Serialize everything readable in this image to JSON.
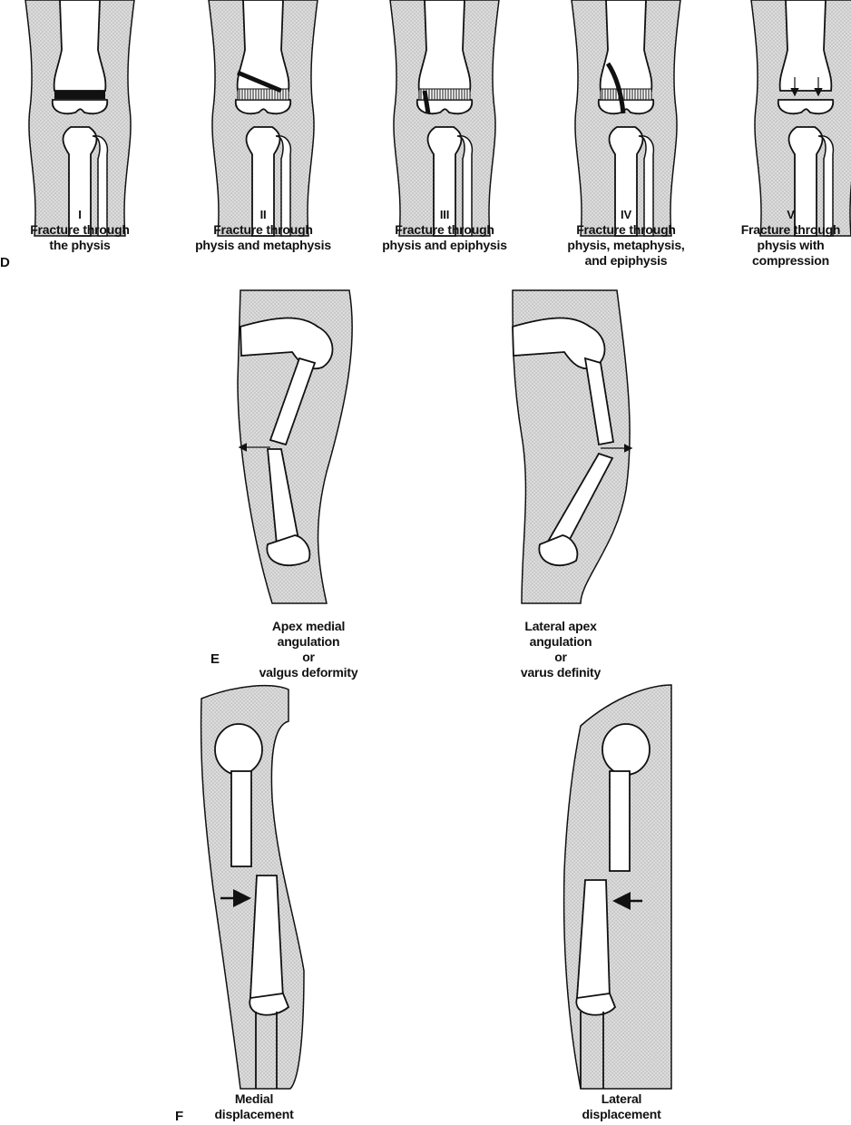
{
  "panel_d": {
    "letter": "D",
    "types": [
      {
        "numeral": "I",
        "lines": [
          "Fracture through",
          "the physis"
        ]
      },
      {
        "numeral": "II",
        "lines": [
          "Fracture through",
          "physis and metaphysis"
        ]
      },
      {
        "numeral": "III",
        "lines": [
          "Fracture through",
          "physis and epiphysis"
        ]
      },
      {
        "numeral": "IV",
        "lines": [
          "Fracture through",
          "physis, metaphysis,",
          "and epiphysis"
        ]
      },
      {
        "numeral": "V",
        "lines": [
          "Fracture through",
          "physis with",
          "compression"
        ]
      }
    ]
  },
  "panel_e": {
    "letter": "E",
    "left_caption": [
      "Apex medial",
      "angulation",
      "or",
      "valgus deformity"
    ],
    "right_caption": [
      "Lateral apex",
      "angulation",
      "or",
      "varus definity"
    ]
  },
  "panel_f": {
    "letter": "F",
    "left_caption": [
      "Medial",
      "displacement"
    ],
    "right_caption": [
      "Lateral",
      "displacement"
    ]
  },
  "colors": {
    "soft_tissue": "#d6d6d6",
    "outline": "#111111",
    "bone": "#ffffff"
  }
}
